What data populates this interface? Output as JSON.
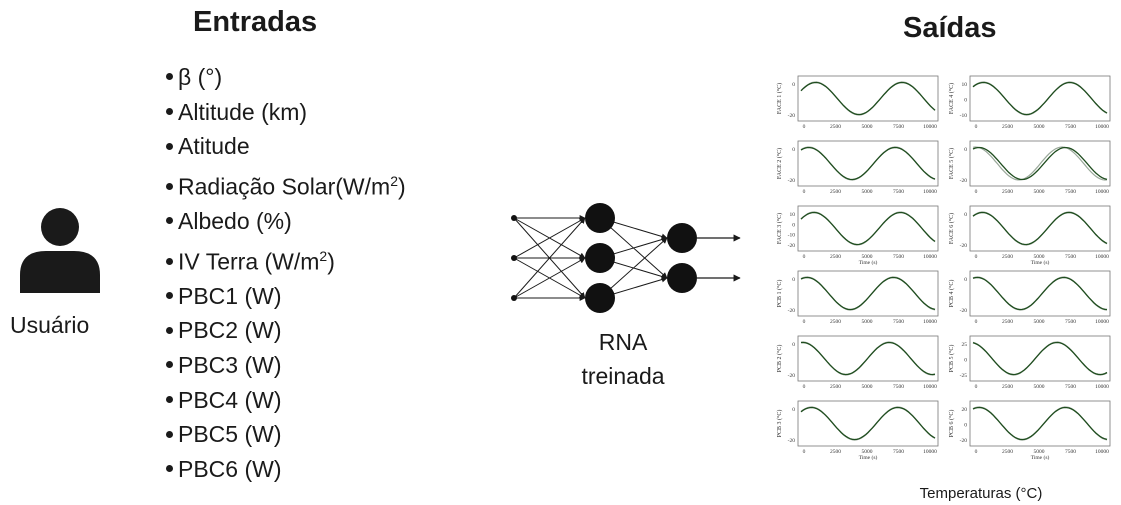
{
  "titles": {
    "inputs": "Entradas",
    "outputs": "Saídas"
  },
  "user": {
    "label": "Usuário",
    "icon": "user-icon"
  },
  "inputs": [
    {
      "pre": "β (°)",
      "sup": "",
      "post": ""
    },
    {
      "pre": "Altitude (km)",
      "sup": "",
      "post": ""
    },
    {
      "pre": "Atitude",
      "sup": "",
      "post": ""
    },
    {
      "pre": "Radiação Solar(W/m",
      "sup": "2",
      "post": ")"
    },
    {
      "pre": "Albedo (%)",
      "sup": "",
      "post": ""
    },
    {
      "pre": "IV Terra (W/m",
      "sup": "2",
      "post": ")"
    },
    {
      "pre": "PBC1 (W)",
      "sup": "",
      "post": ""
    },
    {
      "pre": "PBC2 (W)",
      "sup": "",
      "post": ""
    },
    {
      "pre": "PBC3 (W)",
      "sup": "",
      "post": ""
    },
    {
      "pre": "PBC4 (W)",
      "sup": "",
      "post": ""
    },
    {
      "pre": "PBC5 (W)",
      "sup": "",
      "post": ""
    },
    {
      "pre": "PBC6 (W)",
      "sup": "",
      "post": ""
    }
  ],
  "network": {
    "label_line1": "RNA",
    "label_line2": "treinada",
    "layers": [
      3,
      3,
      2
    ]
  },
  "outputs": {
    "caption": "Temperaturas (°C)",
    "xticks": [
      "0",
      "2500",
      "5000",
      "7500",
      "10000"
    ],
    "xlabel": "Time (s)",
    "panels": [
      {
        "ylabel": "FACE 1 (°C)",
        "yticks": [
          "0",
          "-20"
        ],
        "phase": 0.0
      },
      {
        "ylabel": "FACE 4 (°C)",
        "yticks": [
          "10",
          "0",
          "-10"
        ],
        "phase": 0.05
      },
      {
        "ylabel": "FACE 2 (°C)",
        "yticks": [
          "0",
          "-20"
        ],
        "phase": 0.08
      },
      {
        "ylabel": "FACE 5 (°C)",
        "yticks": [
          "0",
          "-20"
        ],
        "phase": 0.1
      },
      {
        "ylabel": "FACE 3 (°C)",
        "yticks": [
          "10",
          "0",
          "-10",
          "-20"
        ],
        "phase": 0.02
      },
      {
        "ylabel": "FACE 6 (°C)",
        "yticks": [
          "0",
          "-20"
        ],
        "phase": 0.06
      },
      {
        "ylabel": "PCB 1 (°C)",
        "yticks": [
          "0",
          "-20"
        ],
        "phase": 0.1
      },
      {
        "ylabel": "PCB 4 (°C)",
        "yticks": [
          "0",
          "-20"
        ],
        "phase": 0.12
      },
      {
        "ylabel": "PCB 2 (°C)",
        "yticks": [
          "0",
          "-20"
        ],
        "phase": 0.15
      },
      {
        "ylabel": "PCB 5 (°C)",
        "yticks": [
          "25",
          "0",
          "-25"
        ],
        "phase": 0.2
      },
      {
        "ylabel": "PCB 3 (°C)",
        "yticks": [
          "0",
          "-20"
        ],
        "phase": 0.05
      },
      {
        "ylabel": "PCB 6 (°C)",
        "yticks": [
          "20",
          "0",
          "-20"
        ],
        "phase": 0.1
      }
    ]
  }
}
